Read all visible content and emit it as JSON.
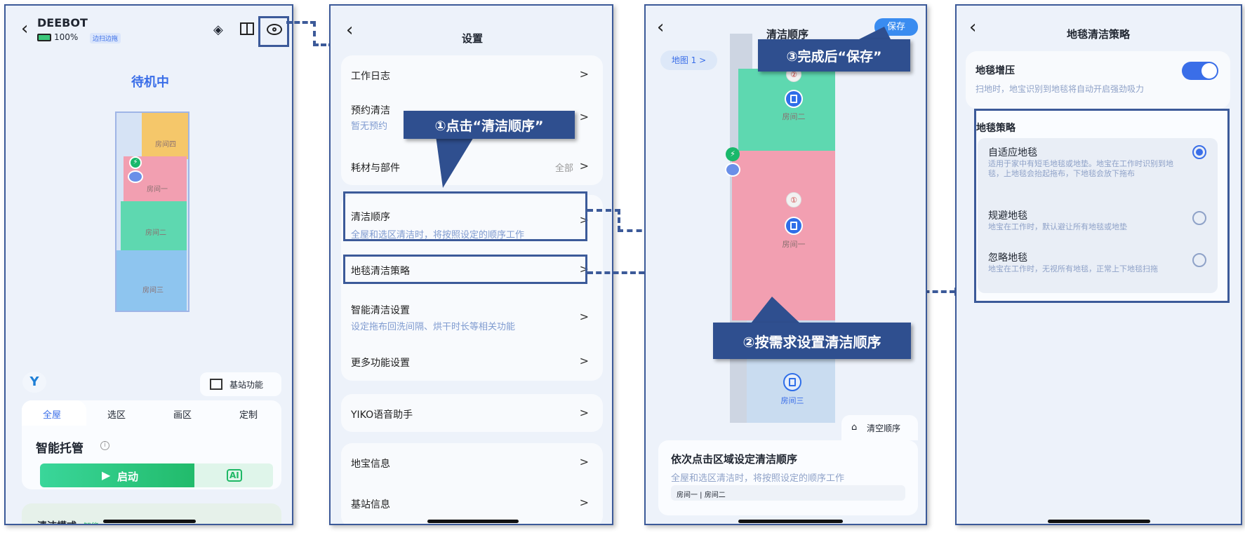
{
  "panel_home": {
    "device_name": "DEEBOT",
    "battery": "100%",
    "mode_badge": "边扫边拖",
    "status": "待机中",
    "rooms": [
      "房间四",
      "房间一",
      "房间二",
      "房间三"
    ],
    "station_button": "基站功能",
    "tabs": [
      "全屋",
      "选区",
      "画区",
      "定制"
    ],
    "active_tab": 0,
    "smart_title": "智能托管",
    "start_button": "启动",
    "ai_label": "AI",
    "clean_mode_label": "清洁模式",
    "clean_mode_value": "智能"
  },
  "panel_settings": {
    "title": "设置",
    "groups": [
      [
        {
          "label": "工作日志"
        },
        {
          "label": "预约清洁",
          "sub": "暂无预约"
        },
        {
          "label": "耗材与部件",
          "value": "全部"
        }
      ],
      [
        {
          "label": "清洁顺序",
          "sub": "全屋和选区清洁时，将按照设定的顺序工作"
        },
        {
          "label": "地毯清洁策略"
        },
        {
          "label": "智能清洁设置",
          "sub": "设定拖布回洗间隔、烘干时长等相关功能"
        },
        {
          "label": "更多功能设置"
        }
      ],
      [
        {
          "label": "YIKO语音助手"
        }
      ],
      [
        {
          "label": "地宝信息"
        },
        {
          "label": "基站信息"
        }
      ]
    ],
    "chevron": ">",
    "callout": "①点击“清洁顺序”"
  },
  "panel_order": {
    "title": "清洁顺序",
    "save_button": "保存",
    "map_chip": "地图 1 >",
    "callout_save": "③完成后“保存”",
    "callout_set": "②按需求设置清洁顺序",
    "rooms": [
      {
        "name": "房间二",
        "order": "②"
      },
      {
        "name": "房间一",
        "order": "①"
      },
      {
        "name": "房间三",
        "order": ""
      }
    ],
    "clear_button": "清空顺序",
    "info_title": "依次点击区域设定清洁顺序",
    "info_sub": "全屋和选区清洁时，将按照设定的顺序工作",
    "sequence": "房间一 | 房间二"
  },
  "panel_carpet": {
    "title": "地毯清洁策略",
    "boost_label": "地毯增压",
    "boost_desc": "扫地时，地宝识别到地毯将自动开启强劲吸力",
    "boost_on": true,
    "strategy_title": "地毯策略",
    "options": [
      {
        "label": "自适应地毯",
        "desc": "适用于家中有短毛地毯或地垫。地宝在工作时识别到地毯，上地毯会抬起拖布，下地毯会放下拖布",
        "selected": true
      },
      {
        "label": "规避地毯",
        "desc": "地宝在工作时，默认避让所有地毯或地垫",
        "selected": false
      },
      {
        "label": "忽略地毯",
        "desc": "地宝在工作时，无视所有地毯，正常上下地毯扫拖",
        "selected": false
      }
    ]
  },
  "colors": {
    "accent": "#3a6ee8",
    "annotation": "#2f4f8f",
    "room_yellow": "#f5c76a",
    "room_pink": "#f29fb1",
    "room_green": "#5ed8b0",
    "room_blue": "#8ec5ef"
  }
}
